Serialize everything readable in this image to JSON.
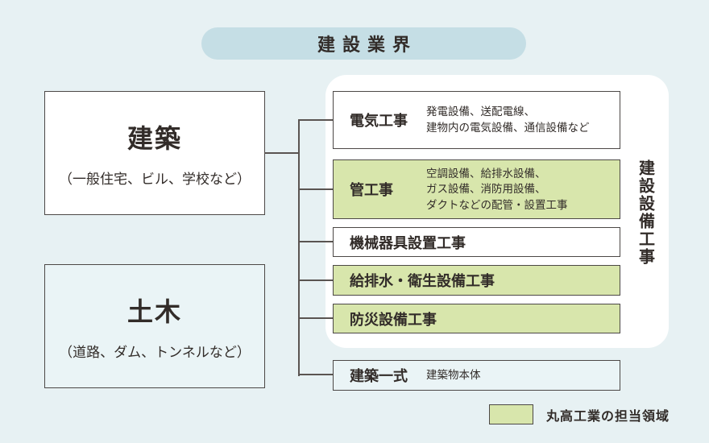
{
  "title": "建設業界",
  "left_column": {
    "building": {
      "title": "建築",
      "subtitle": "（一般住宅、ビル、学校など）"
    },
    "civil": {
      "title": "土木",
      "subtitle": "（道路、ダム、トンネルなど）"
    }
  },
  "right_column": {
    "boxes": [
      {
        "label": "電気工事",
        "desc": "発電設備、送配電線、\n建物内の電気設備、通信設備など",
        "highlighted": false
      },
      {
        "label": "管工事",
        "desc": "空調設備、給排水設備、\nガス設備、消防用設備、\nダクトなどの配管・設置工事",
        "highlighted": true
      },
      {
        "label": "機械器具設置工事",
        "desc": "",
        "highlighted": false
      },
      {
        "label": "給排水・衛生設備工事",
        "desc": "",
        "highlighted": true
      },
      {
        "label": "防災設備工事",
        "desc": "",
        "highlighted": true
      },
      {
        "label": "建築一式",
        "desc": "建築物本体",
        "highlighted": false
      }
    ],
    "group_label": "建設設備工事"
  },
  "legend": {
    "label": "丸高工業の担当領域"
  },
  "colors": {
    "background": "#e7f1f3",
    "box_tint": "#eaf4f6",
    "title_pill": "#c5dee5",
    "highlight": "#d8e6ac",
    "panel": "#ffffff",
    "border": "#4c4846",
    "line": "#5a5451",
    "text": "#322c29"
  }
}
